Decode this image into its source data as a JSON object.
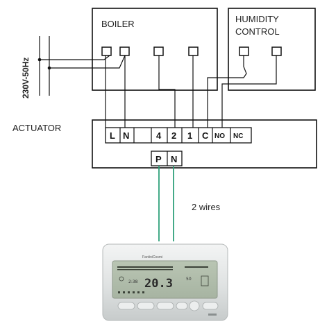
{
  "boiler": {
    "label": "BOILER"
  },
  "humidity": {
    "line1": "HUMIDITY",
    "line2": "CONTROL"
  },
  "supply": {
    "label": "230V-50Hz"
  },
  "actuator": {
    "label": "ACTUATOR",
    "terminals": [
      "L",
      "N",
      "",
      "4",
      "2",
      "1",
      "C",
      "NO",
      "NC"
    ],
    "bus_terminals": [
      "P",
      "N"
    ]
  },
  "wires": {
    "label": "2 wires"
  },
  "thermostat": {
    "brand": "FantiniCosmi",
    "temperature": "20.3",
    "time": "2:38",
    "humidity": "50"
  }
}
